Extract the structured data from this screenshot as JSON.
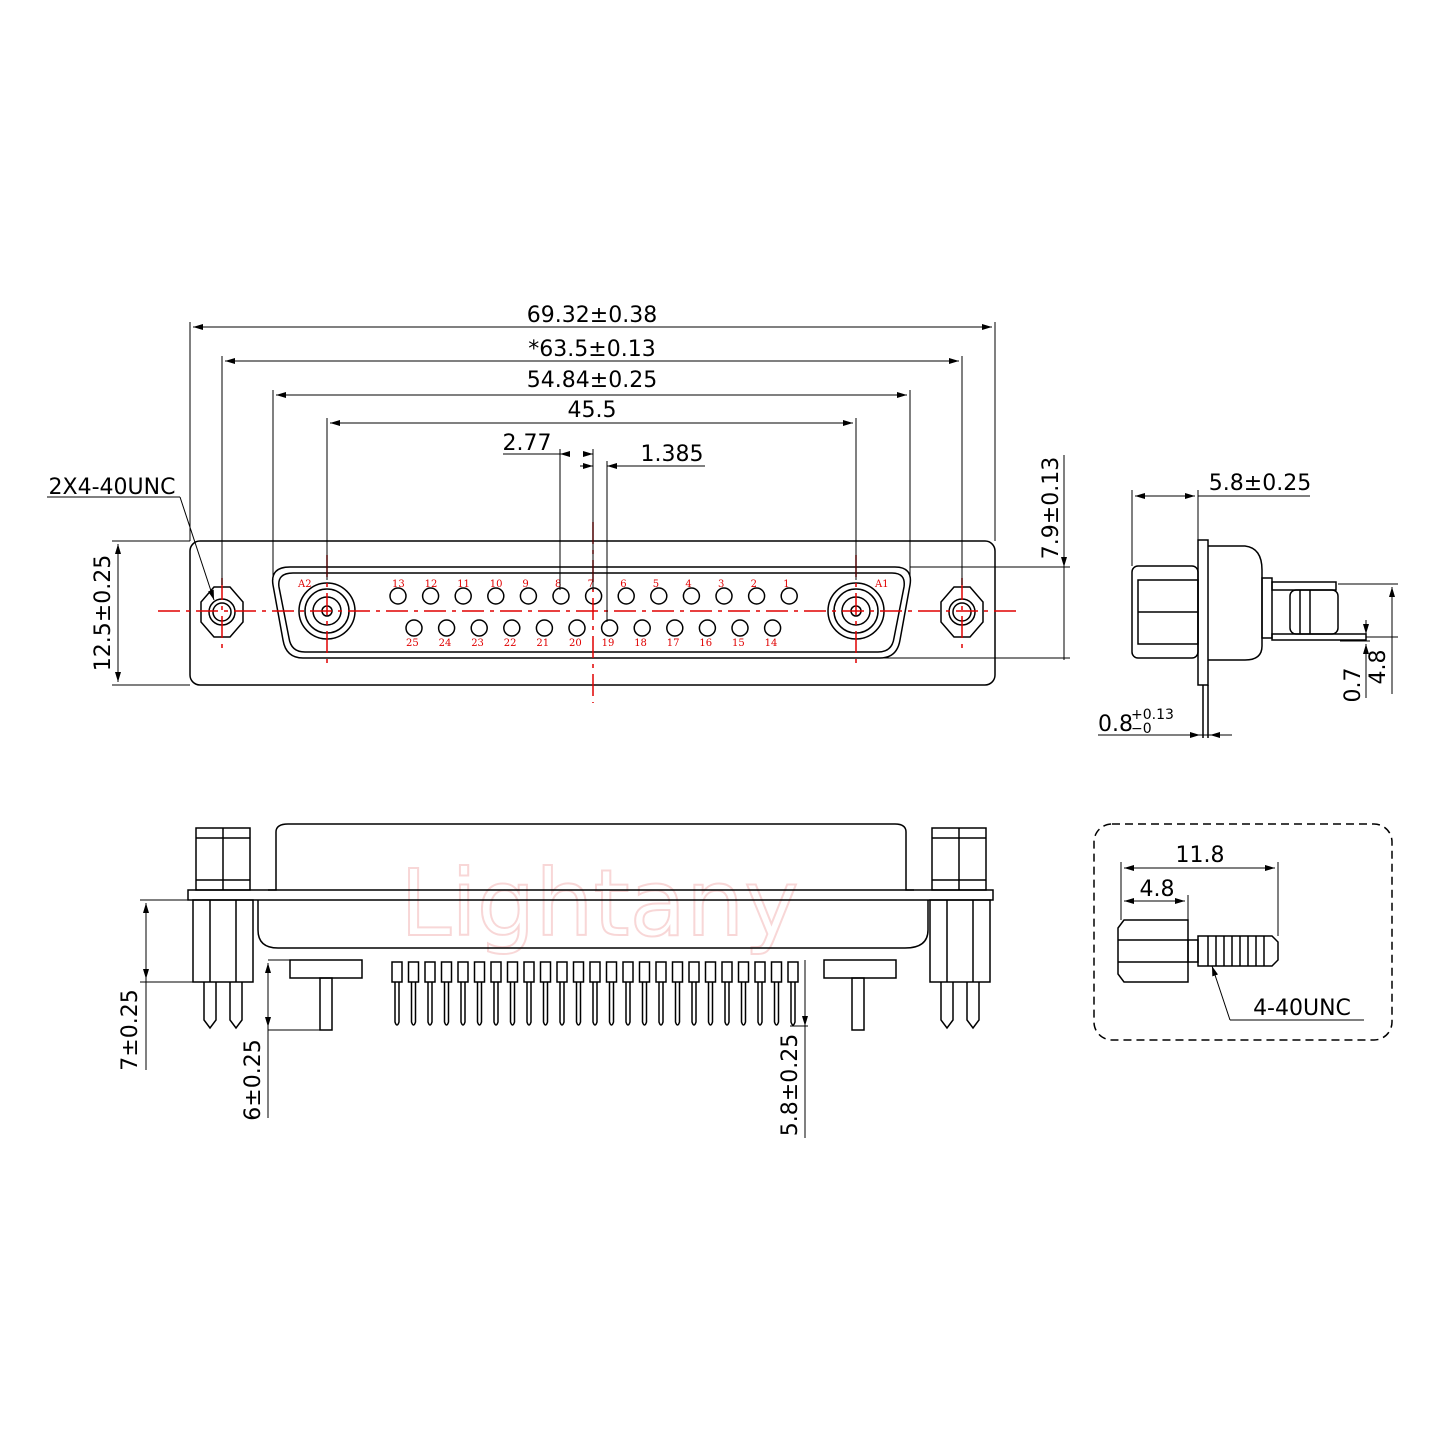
{
  "watermark": "Lightany",
  "front_view": {
    "dims": {
      "overall_width": "69.32±0.38",
      "mount_spacing": "*63.5±0.13",
      "shell_width": "54.84±0.25",
      "coax_spacing": "45.5",
      "pin_pitch": "2.77",
      "row_offset": "1.385",
      "height": "12.5±0.25",
      "shell_height": "7.9±0.13",
      "thread": "2X4-40UNC"
    },
    "coax_labels": [
      "A2",
      "A1"
    ],
    "top_row_pins": [
      "13",
      "12",
      "11",
      "10",
      "9",
      "8",
      "7",
      "6",
      "5",
      "4",
      "3",
      "2",
      "1"
    ],
    "bottom_row_pins": [
      "25",
      "24",
      "23",
      "22",
      "21",
      "20",
      "19",
      "18",
      "17",
      "16",
      "15",
      "14"
    ]
  },
  "side_view": {
    "dims": {
      "depth": "5.8±0.25",
      "flange": "0.8",
      "flange_tol_upper": "+0.13",
      "flange_tol_lower": "−0",
      "offset_small": "0.7",
      "offset_large": "4.8"
    }
  },
  "bottom_view": {
    "dims": {
      "standoff": "7±0.25",
      "bracket": "6±0.25",
      "pin_length": "5.8±0.25"
    }
  },
  "screw_detail": {
    "dims": {
      "total_length": "11.8",
      "hex_length": "4.8",
      "thread": "4-40UNC"
    }
  }
}
